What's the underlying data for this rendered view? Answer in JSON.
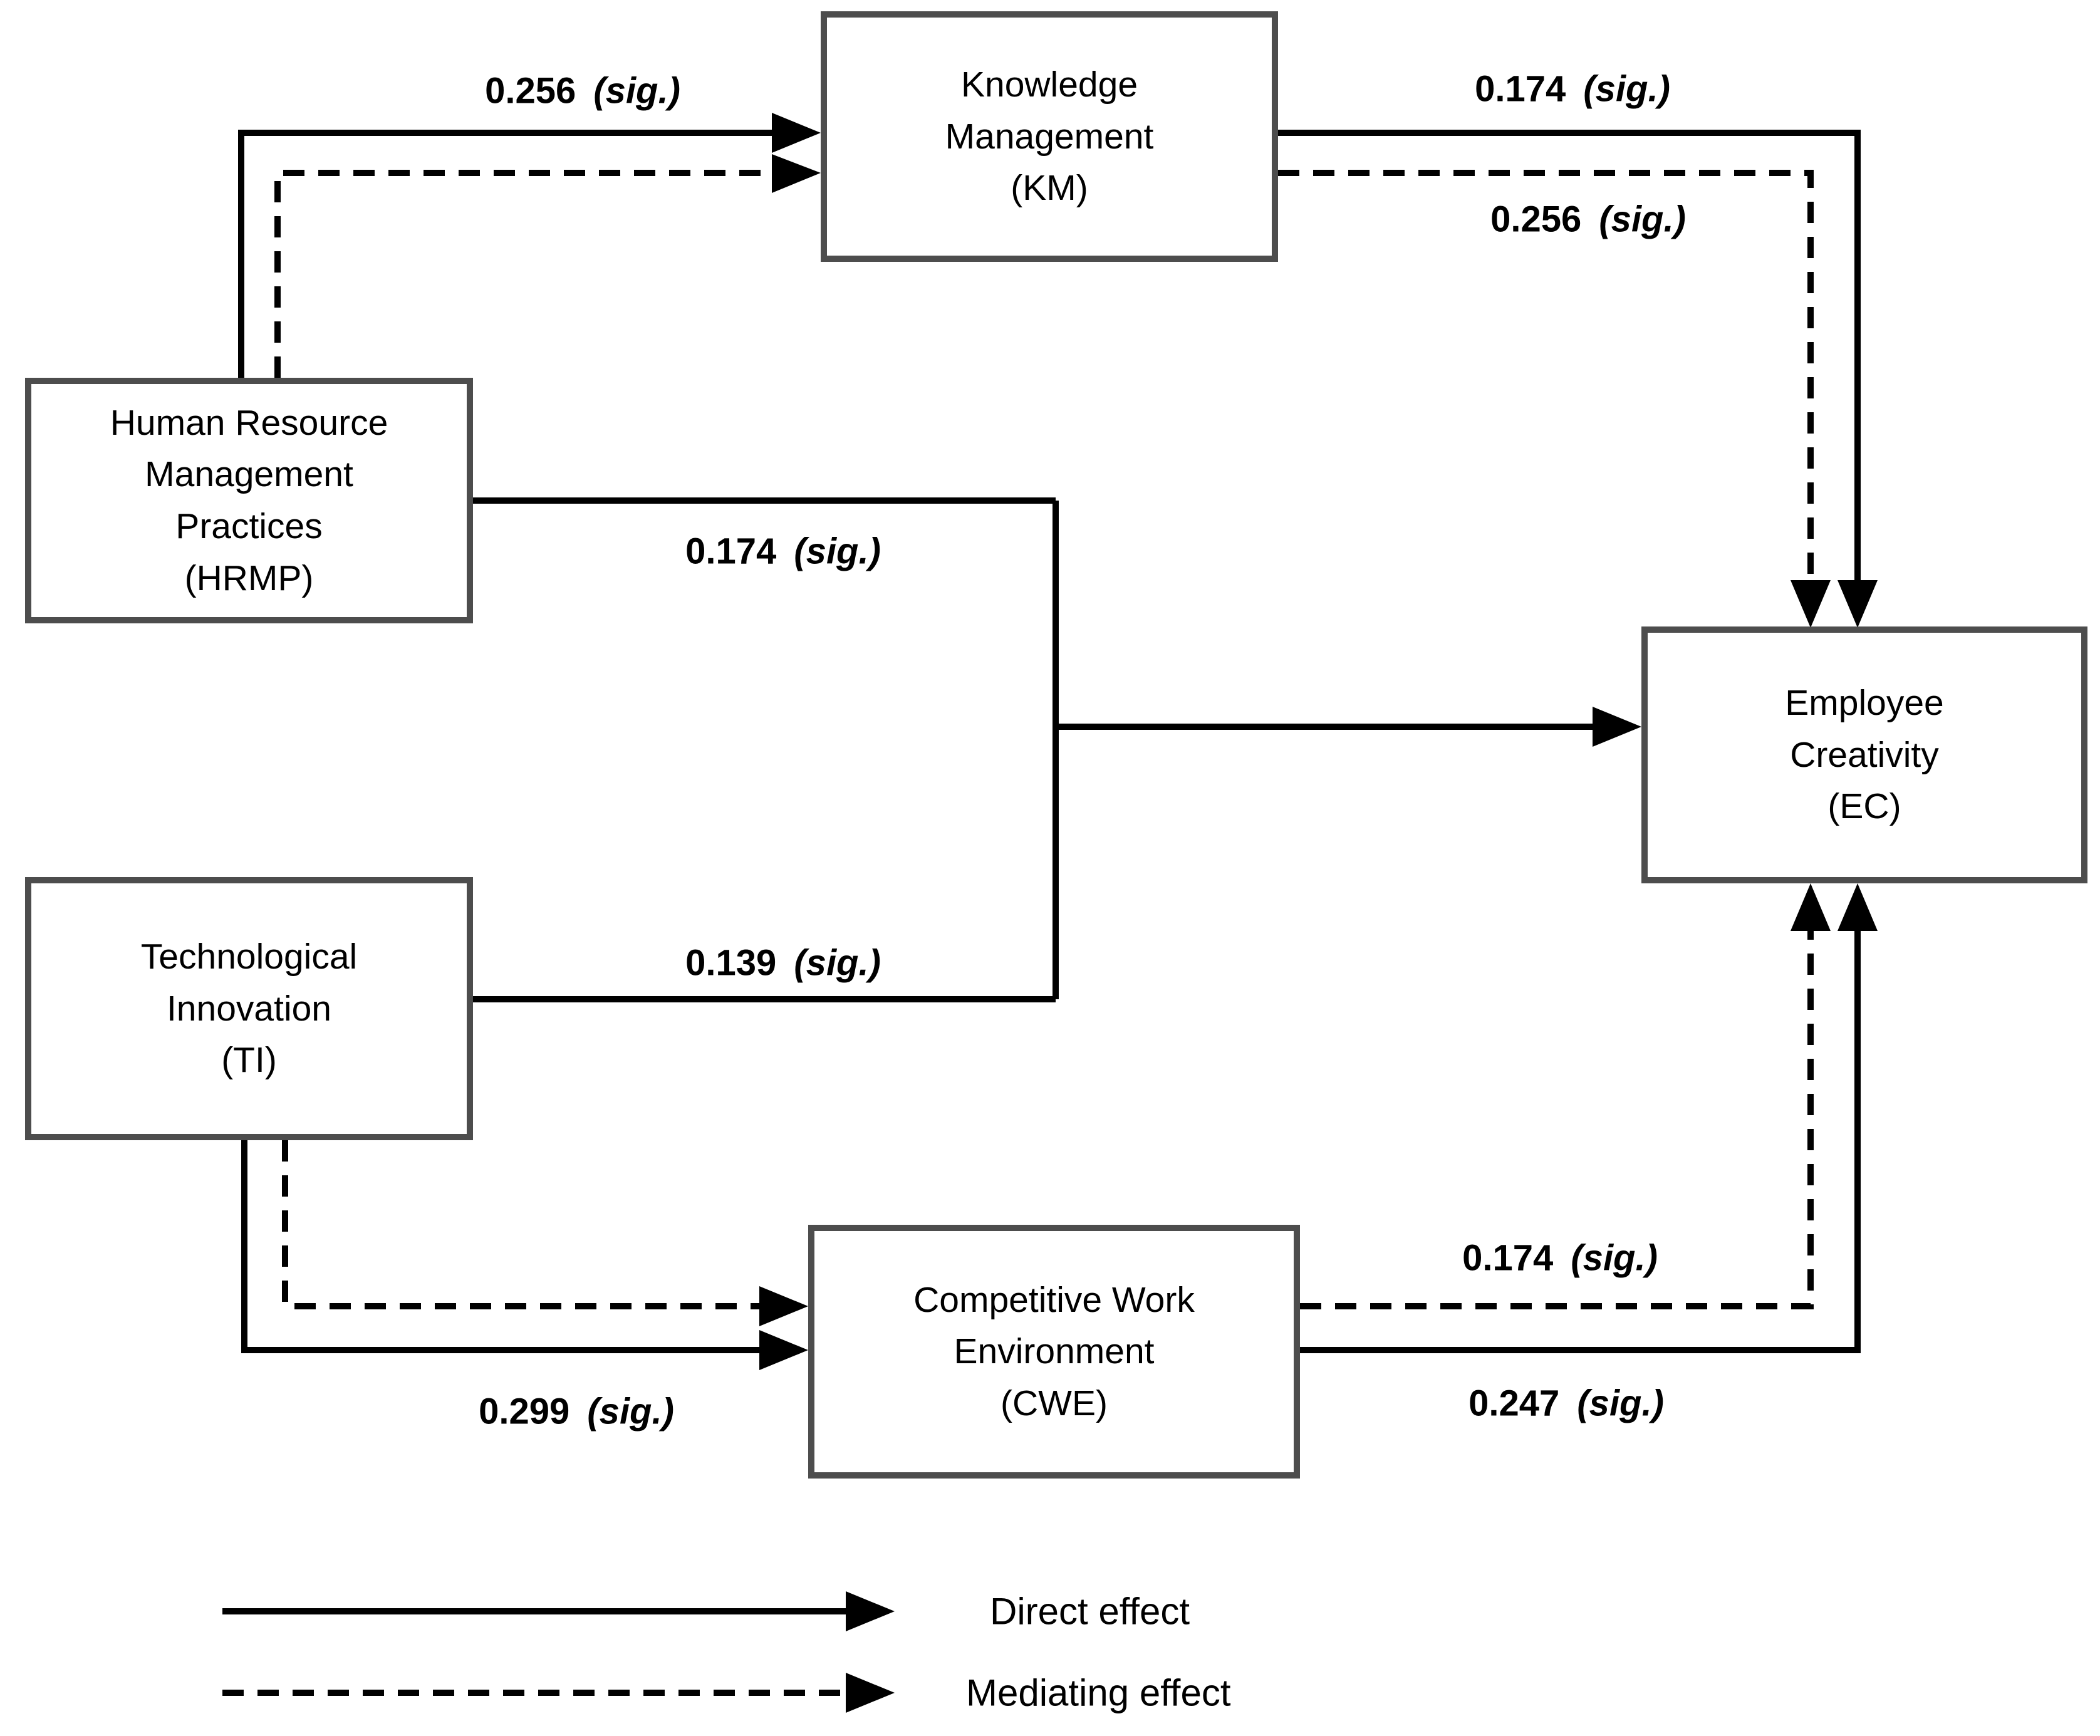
{
  "nodes": {
    "hrmp": {
      "label": "Human Resource\nManagement\nPractices\n(HRMP)"
    },
    "ti": {
      "label": "Technological\nInnovation\n(TI)"
    },
    "km": {
      "label": "Knowledge\nManagement\n(KM)"
    },
    "cwe": {
      "label": "Competitive Work\nEnvironment\n(CWE)"
    },
    "ec": {
      "label": "Employee\nCreativity\n(EC)"
    }
  },
  "edges": {
    "hrmp_km_direct": {
      "value": "0.256",
      "sig": "(sig.)"
    },
    "km_ec_direct": {
      "value": "0.174",
      "sig": "(sig.)"
    },
    "km_ec_mediating": {
      "value": "0.256",
      "sig": "(sig.)"
    },
    "hrmp_ec_direct": {
      "value": "0.174",
      "sig": "(sig.)"
    },
    "ti_ec_direct": {
      "value": "0.139",
      "sig": "(sig.)"
    },
    "ti_cwe_direct": {
      "value": "0.299",
      "sig": "(sig.)"
    },
    "cwe_ec_mediating": {
      "value": "0.174",
      "sig": "(sig.)"
    },
    "cwe_ec_direct": {
      "value": "0.247",
      "sig": "(sig.)"
    }
  },
  "legend": {
    "direct": "Direct effect",
    "mediating": "Mediating effect"
  },
  "colors": {
    "box_border": "#4d4d4d",
    "line": "#000000",
    "background": "#ffffff",
    "text": "#000000"
  }
}
